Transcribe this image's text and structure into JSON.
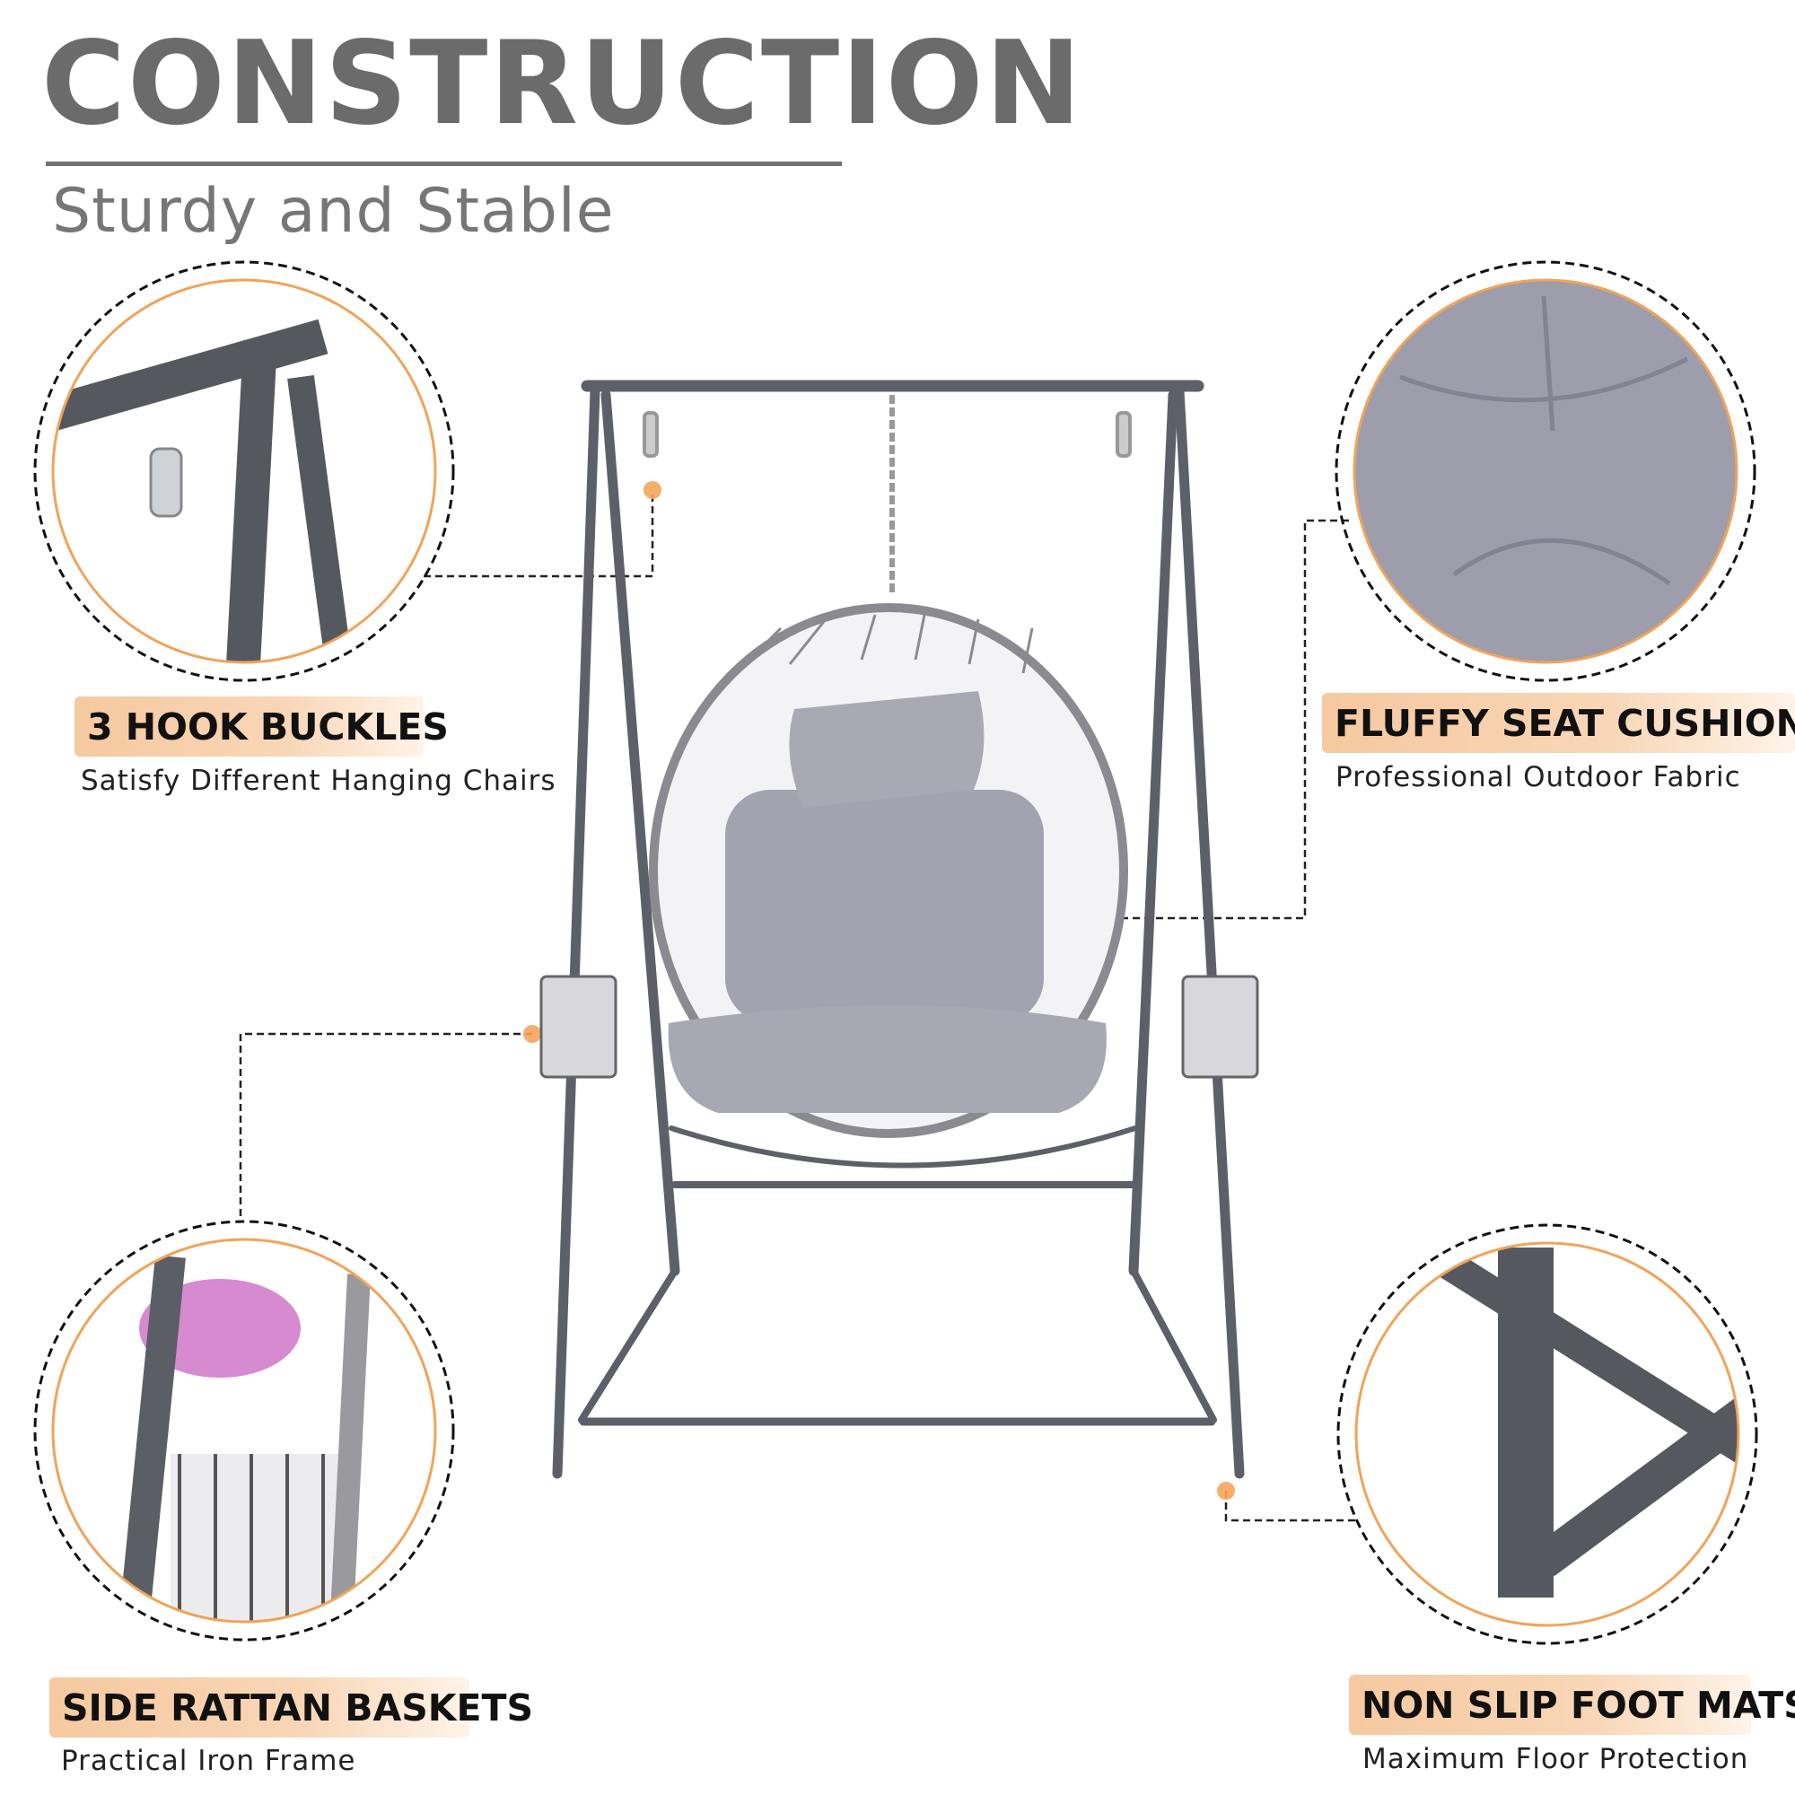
{
  "header": {
    "title": "CONSTRUCTION",
    "subtitle": "Sturdy and Stable"
  },
  "features": [
    {
      "title": "3 HOOK BUCKLES",
      "description": "Satisfy Different Hanging Chairs"
    },
    {
      "title": "FLUFFY SEAT CUSHIONS",
      "description": "Professional Outdoor Fabric"
    },
    {
      "title": "SIDE RATTAN BASKETS",
      "description": "Practical Iron Frame"
    },
    {
      "title": "NON SLIP FOOT MATS",
      "description": "Maximum Floor Protection"
    }
  ],
  "colors": {
    "title": "#6b6b6b",
    "accent_orange": "#f0a45a",
    "badge_fill": "#f6c9a0",
    "frame": "#5d6068",
    "cushion": "#9c9ca8"
  }
}
